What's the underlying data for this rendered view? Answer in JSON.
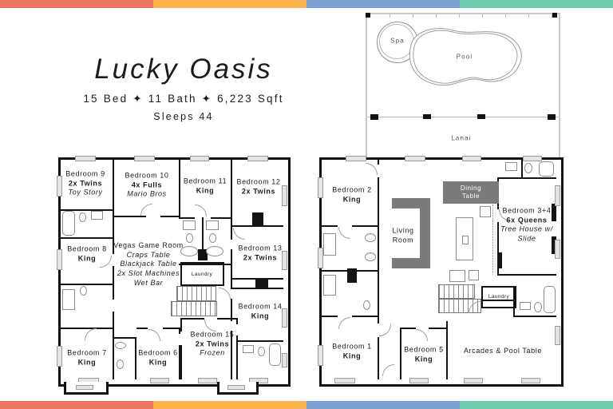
{
  "palette": {
    "stripe_red": "#ea7560",
    "stripe_yellow": "#fbb24c",
    "stripe_blue": "#7ba0d4",
    "stripe_teal": "#6ecbb1",
    "wall_black": "#141414",
    "furniture_gray": "#7b7b7b"
  },
  "header": {
    "title": "Lucky Oasis",
    "stats": "15 Bed ✦ 11 Bath ✦ 6,223 Sqft",
    "sleeps": "Sleeps 44"
  },
  "pool_area": {
    "spa_label": "Spa",
    "pool_label": "Pool",
    "lanai_label": "Lanai"
  },
  "floor2": {
    "bedroom9": {
      "name": "Bedroom 9",
      "beds": "2x Twins",
      "theme": "Toy Story"
    },
    "bedroom10": {
      "name": "Bedroom 10",
      "beds": "4x Fulls",
      "theme": "Mario Bros"
    },
    "bedroom11": {
      "name": "Bedroom 11",
      "beds": "King"
    },
    "bedroom12": {
      "name": "Bedroom 12",
      "beds": "2x Twins"
    },
    "bedroom8": {
      "name": "Bedroom 8",
      "beds": "King"
    },
    "game_room": {
      "name": "Vegas Game Room",
      "features": [
        "Craps Table",
        "Blackjack Table",
        "2x Slot Machines",
        "Wet Bar"
      ]
    },
    "bedroom13": {
      "name": "Bedroom 13",
      "beds": "2x Twins"
    },
    "bedroom14": {
      "name": "Bedroom 14",
      "beds": "King"
    },
    "bedroom15": {
      "name": "Bedroom 15",
      "beds": "2x Twins",
      "theme": "Frozen"
    },
    "bedroom7": {
      "name": "Bedroom 7",
      "beds": "King"
    },
    "bedroom6": {
      "name": "Bedroom 6",
      "beds": "King"
    },
    "laundry_label": "Laundry"
  },
  "floor1": {
    "bedroom2": {
      "name": "Bedroom 2",
      "beds": "King"
    },
    "living_room_label": "Living Room",
    "dining_table_label": "Dining Table",
    "bedroom34": {
      "name": "Bedroom 3+4",
      "beds": "6x Queens",
      "theme": "Tree House w/ Slide"
    },
    "bedroom1": {
      "name": "Bedroom 1",
      "beds": "King"
    },
    "bedroom5": {
      "name": "Bedroom 5",
      "beds": "King"
    },
    "arcades_label": "Arcades & Pool Table",
    "laundry_label": "Laundry"
  }
}
